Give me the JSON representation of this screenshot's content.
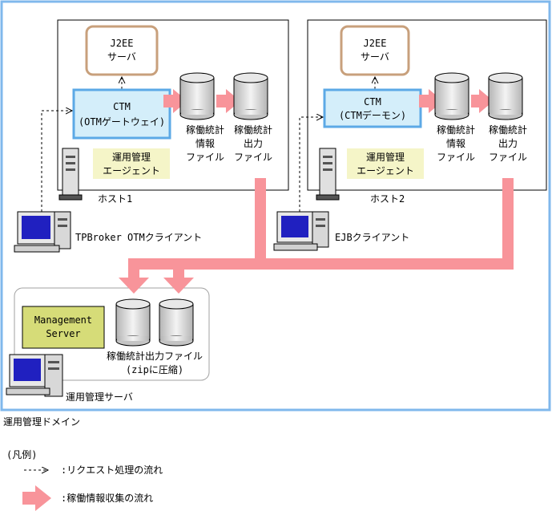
{
  "domain": {
    "label": "運用管理ドメイン"
  },
  "host1": {
    "label": "ホスト1",
    "j2ee": [
      "J2EE",
      "サーバ"
    ],
    "ctm": [
      "CTM",
      "(OTMゲートウェイ)"
    ],
    "agent": [
      "運用管理",
      "エージェント"
    ],
    "stats_info_file": [
      "稼働統計",
      "情報",
      "ファイル"
    ],
    "stats_output_file": [
      "稼働統計",
      "出力",
      "ファイル"
    ],
    "client_label": "TPBroker OTMクライアント"
  },
  "host2": {
    "label": "ホスト2",
    "j2ee": [
      "J2EE",
      "サーバ"
    ],
    "ctm": [
      "CTM",
      "(CTMデーモン)"
    ],
    "agent": [
      "運用管理",
      "エージェント"
    ],
    "stats_info_file": [
      "稼働統計",
      "情報",
      "ファイル"
    ],
    "stats_output_file": [
      "稼働統計",
      "出力",
      "ファイル"
    ],
    "client_label": "EJBクライアント"
  },
  "management": {
    "server": [
      "Management",
      "Server"
    ],
    "zip_files": [
      "稼働統計出力ファイル",
      "(zipに圧縮)"
    ],
    "server_label": "運用管理サーバ"
  },
  "legend": {
    "title": "(凡例)",
    "request_flow": ":リクエスト処理の流れ",
    "collection_flow": ":稼働情報収集の流れ"
  },
  "colors": {
    "domain_border": "#80b8ec",
    "j2ee_border": "#c8a07c",
    "ctm_fill": "#d4eefa",
    "ctm_border": "#5ca9e6",
    "agent_fill": "#f5f5c8",
    "mgmt_fill": "#d6dc78",
    "flow_arrow": "#f8949a",
    "monitor_screen": "#2020c0"
  }
}
